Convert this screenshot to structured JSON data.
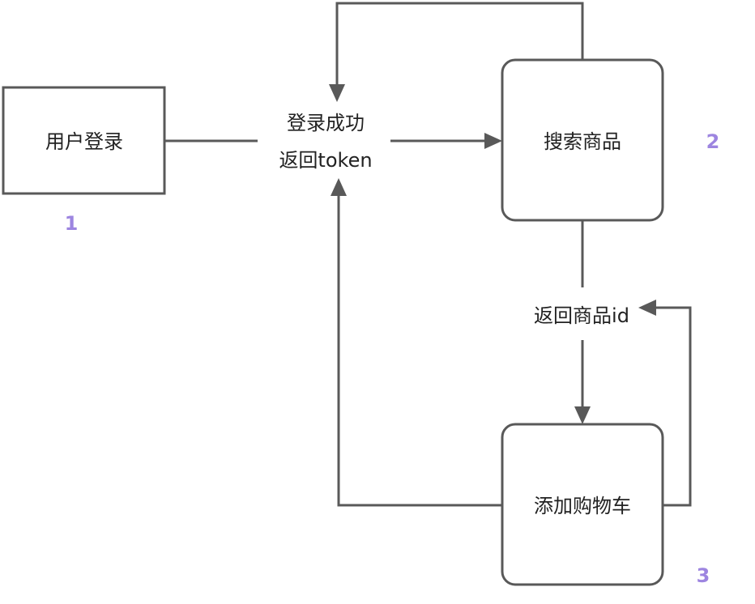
{
  "nodes": {
    "login": {
      "label": "用户登录",
      "step": "1"
    },
    "search": {
      "label": "搜索商品",
      "step": "2"
    },
    "cart": {
      "label": "添加购物车",
      "step": "3"
    }
  },
  "edges": {
    "token": {
      "line1": "登录成功",
      "line2": "返回token"
    },
    "product_id": {
      "label": "返回商品id"
    }
  },
  "colors": {
    "stroke": "#595959",
    "step_label": "#9d85e0",
    "text": "#222222"
  }
}
